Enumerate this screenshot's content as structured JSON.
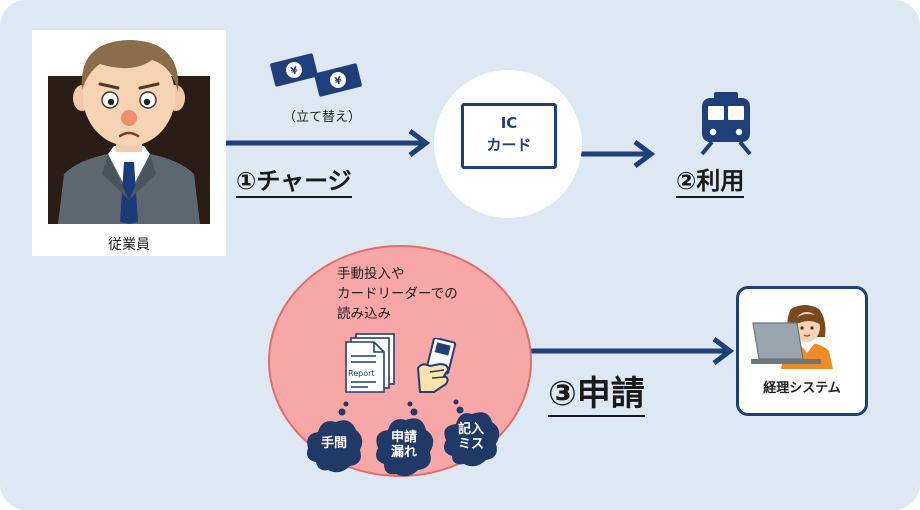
{
  "employee": {
    "label": "従業員"
  },
  "charge": {
    "note": "（立て替え）",
    "label": "①チャージ"
  },
  "card": {
    "line1": "IC",
    "line2": "カード"
  },
  "usage": {
    "label": "②利用"
  },
  "manual": {
    "line1": "手動投入や",
    "line2": "カードリーダーでの",
    "line3": "読み込み",
    "report_text": "Report"
  },
  "problems": [
    {
      "line1": "手間",
      "line2": ""
    },
    {
      "line1": "申請",
      "line2": "漏れ"
    },
    {
      "line1": "記入",
      "line2": "ミス"
    }
  ],
  "apply": {
    "label": "③申請"
  },
  "system": {
    "label": "経理システム"
  },
  "colors": {
    "navy": "#1f3f7a",
    "background": "#dde8f3",
    "pink": "#f7a7a5",
    "pink_border": "#e46c6a",
    "cloud": "#203a68"
  }
}
